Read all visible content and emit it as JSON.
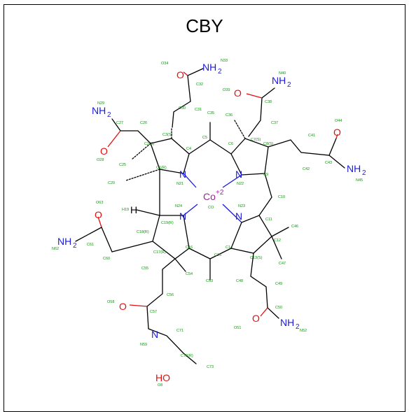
{
  "title": "CBY",
  "colors": {
    "nitrogen": "#1a1adf",
    "oxygen": "#e01010",
    "cobalt": "#a020a0",
    "atom_label": "#0a9a0a",
    "bond": "#000000"
  },
  "heavy": {
    "nh2_33": "NH",
    "nh2_40": "NH",
    "nh2_29": "NH",
    "nh2_45": "NH",
    "nh2_62": "NH",
    "nh2_52": "NH",
    "two": "2",
    "o34": "O",
    "o39": "O",
    "o28": "O",
    "o44": "O",
    "o63": "O",
    "o58": "O",
    "o51": "O",
    "n21": "N",
    "n22": "N",
    "n24": "N",
    "n23": "N",
    "n59": "N",
    "h": "H",
    "co": "Co",
    "co_charge": "+2",
    "ho": "HO"
  },
  "labels": {
    "O34": "O34",
    "N33": "N33",
    "C32": "C32",
    "N40": "N40",
    "O39": "O39",
    "C38": "C38",
    "N29": "N29",
    "C27": "C27",
    "C26": "C26",
    "O28": "O28",
    "C30": "C30",
    "C31": "C31",
    "C35": "C35",
    "C36": "C36",
    "C37": "C37",
    "O44": "O44",
    "C41": "C41",
    "C42": "C42",
    "C43": "C43",
    "N45": "N45",
    "C3S": "C3(S)",
    "C2S": "C2(S)",
    "C25": "C25",
    "C1R": "C1(R)",
    "C20": "C20",
    "C4": "C4",
    "C5": "C5",
    "C6": "C6",
    "C7S": "C7(S)",
    "C8S": "C8(S)",
    "N21": "N21",
    "N22": "N22",
    "C9": "C9",
    "C10": "C10",
    "O63": "O63",
    "H19": "H19",
    "N24": "N24",
    "CO": "CO",
    "N23": "N23",
    "C11": "C11",
    "C46": "C46",
    "C19R": "C19(R)",
    "C18R": "C18(R)",
    "C61": "C61",
    "N62": "N62",
    "C60": "C60",
    "C16": "C16",
    "C14": "C14",
    "C12": "C12",
    "C17R": "C17(R)",
    "C15": "C15",
    "C47": "C47",
    "C55": "C55",
    "C54": "C54",
    "C53": "C53",
    "C13S": "C13(S)",
    "C48": "C48",
    "C49": "C49",
    "C56": "C56",
    "O58": "O58",
    "C57": "C57",
    "C50": "C50",
    "O51": "O51",
    "N52": "N52",
    "N59": "N59",
    "C71": "C71",
    "C72R": "C72(R)",
    "C73": "C73",
    "O8": "O8"
  }
}
